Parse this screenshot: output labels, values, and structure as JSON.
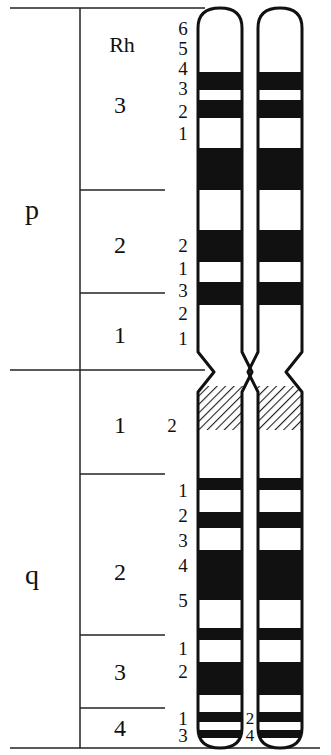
{
  "diagram": {
    "nodes": [
      {
        "text": [
          "p"
        ]
      },
      {
        "text": [
          "3"
        ],
        "in": 0
      },
      {
        "text": [
          "2"
        ],
        "in": 0
      },
      {
        "text": [
          "1"
        ],
        "in": 0
      },
      {
        "text": [
          "q"
        ]
      },
      {
        "text": [
          "1"
        ],
        "in": 4
      },
      {
        "text": [
          "2"
        ],
        "in": 4
      },
      {
        "text": [
          "3"
        ],
        "in": 4
      },
      {
        "text": [
          "4"
        ],
        "in": 4
      }
    ],
    "labels": [
      "Rh",
      "6",
      "5",
      "4",
      "3",
      "2",
      "1",
      "2",
      "1",
      "3",
      "2",
      "1",
      "2",
      "1",
      "2",
      "3",
      "4",
      "5",
      "1",
      "2",
      "1",
      "2",
      "3",
      "4"
    ]
  }
}
